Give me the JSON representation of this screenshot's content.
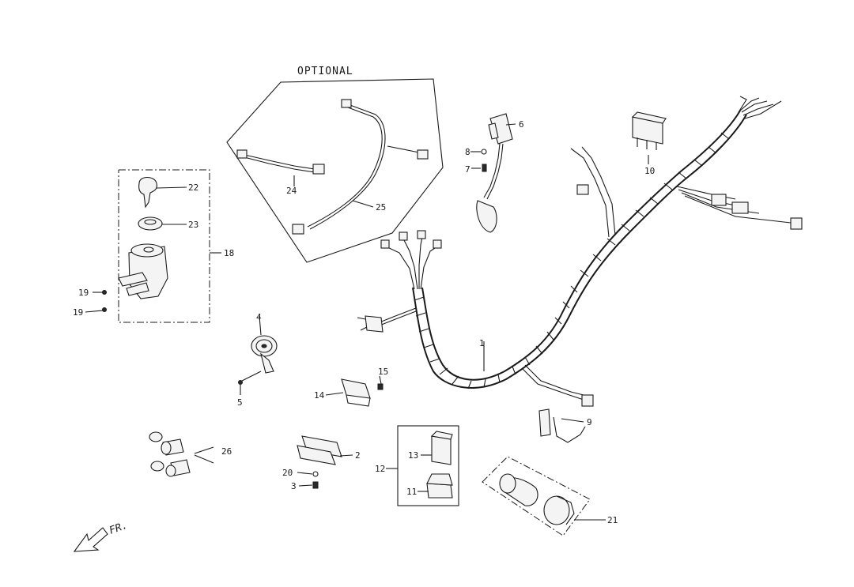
{
  "optional_label": "OPTIONAL",
  "direction_label": "FR.",
  "callouts": {
    "p1": "1",
    "p2": "2",
    "p3": "3",
    "p4": "4",
    "p5": "5",
    "p6": "6",
    "p7": "7",
    "p8": "8",
    "p9": "9",
    "p10": "10",
    "p11": "11",
    "p12": "12",
    "p13": "13",
    "p14": "14",
    "p15": "15",
    "p18": "18",
    "p19a": "19",
    "p19b": "19",
    "p20": "20",
    "p21": "21",
    "p22": "22",
    "p23": "23",
    "p24": "24",
    "p25": "25",
    "p26": "26"
  }
}
